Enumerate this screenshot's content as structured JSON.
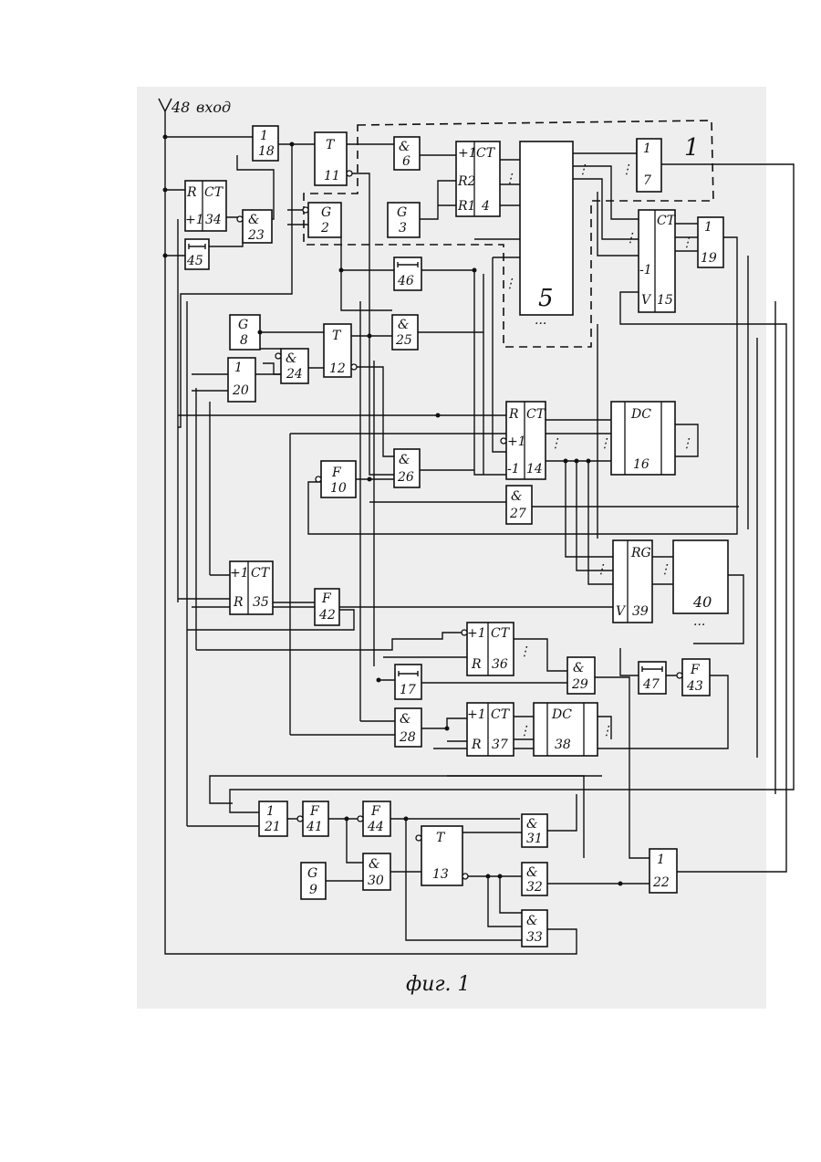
{
  "input_label": "вход",
  "input_number": "48",
  "dashed_block_number": "1",
  "caption": "фиг. 1",
  "blocks": [
    {
      "id": "18",
      "type": "1"
    },
    {
      "id": "11",
      "type": "T"
    },
    {
      "id": "6",
      "type": "&"
    },
    {
      "id": "4",
      "type": "CT",
      "pins": [
        "+1",
        "R2",
        "R1"
      ]
    },
    {
      "id": "5",
      "type": ""
    },
    {
      "id": "7",
      "type": "1"
    },
    {
      "id": "34",
      "type": "CT",
      "pins": [
        "R",
        "+1"
      ]
    },
    {
      "id": "23",
      "type": "&"
    },
    {
      "id": "2",
      "type": "G"
    },
    {
      "id": "3",
      "type": "G"
    },
    {
      "id": "15",
      "type": "CT",
      "pins": [
        "-1",
        "V"
      ]
    },
    {
      "id": "19",
      "type": "1"
    },
    {
      "id": "45",
      "type": ""
    },
    {
      "id": "46",
      "type": ""
    },
    {
      "id": "8",
      "type": "G"
    },
    {
      "id": "12",
      "type": "T"
    },
    {
      "id": "25",
      "type": "&"
    },
    {
      "id": "24",
      "type": "&"
    },
    {
      "id": "20",
      "type": "1"
    },
    {
      "id": "14",
      "type": "CT",
      "pins": [
        "R",
        "+1",
        "-1"
      ]
    },
    {
      "id": "16",
      "type": "DC"
    },
    {
      "id": "10",
      "type": "F"
    },
    {
      "id": "26",
      "type": "&"
    },
    {
      "id": "27",
      "type": "&"
    },
    {
      "id": "35",
      "type": "CT",
      "pins": [
        "+1",
        "R"
      ]
    },
    {
      "id": "42",
      "type": "F"
    },
    {
      "id": "39",
      "type": "RG",
      "pins": [
        "V"
      ]
    },
    {
      "id": "40",
      "type": ""
    },
    {
      "id": "36",
      "type": "CT",
      "pins": [
        "+1",
        "R"
      ]
    },
    {
      "id": "17",
      "type": ""
    },
    {
      "id": "29",
      "type": "&"
    },
    {
      "id": "47",
      "type": ""
    },
    {
      "id": "43",
      "type": "F"
    },
    {
      "id": "28",
      "type": "&"
    },
    {
      "id": "37",
      "type": "CT",
      "pins": [
        "+1",
        "R"
      ]
    },
    {
      "id": "38",
      "type": "DC"
    },
    {
      "id": "21",
      "type": "1"
    },
    {
      "id": "41",
      "type": "F"
    },
    {
      "id": "44",
      "type": "F"
    },
    {
      "id": "13",
      "type": "T"
    },
    {
      "id": "31",
      "type": "&"
    },
    {
      "id": "9",
      "type": "G"
    },
    {
      "id": "30",
      "type": "&"
    },
    {
      "id": "32",
      "type": "&"
    },
    {
      "id": "22",
      "type": "1"
    },
    {
      "id": "33",
      "type": "&"
    }
  ]
}
